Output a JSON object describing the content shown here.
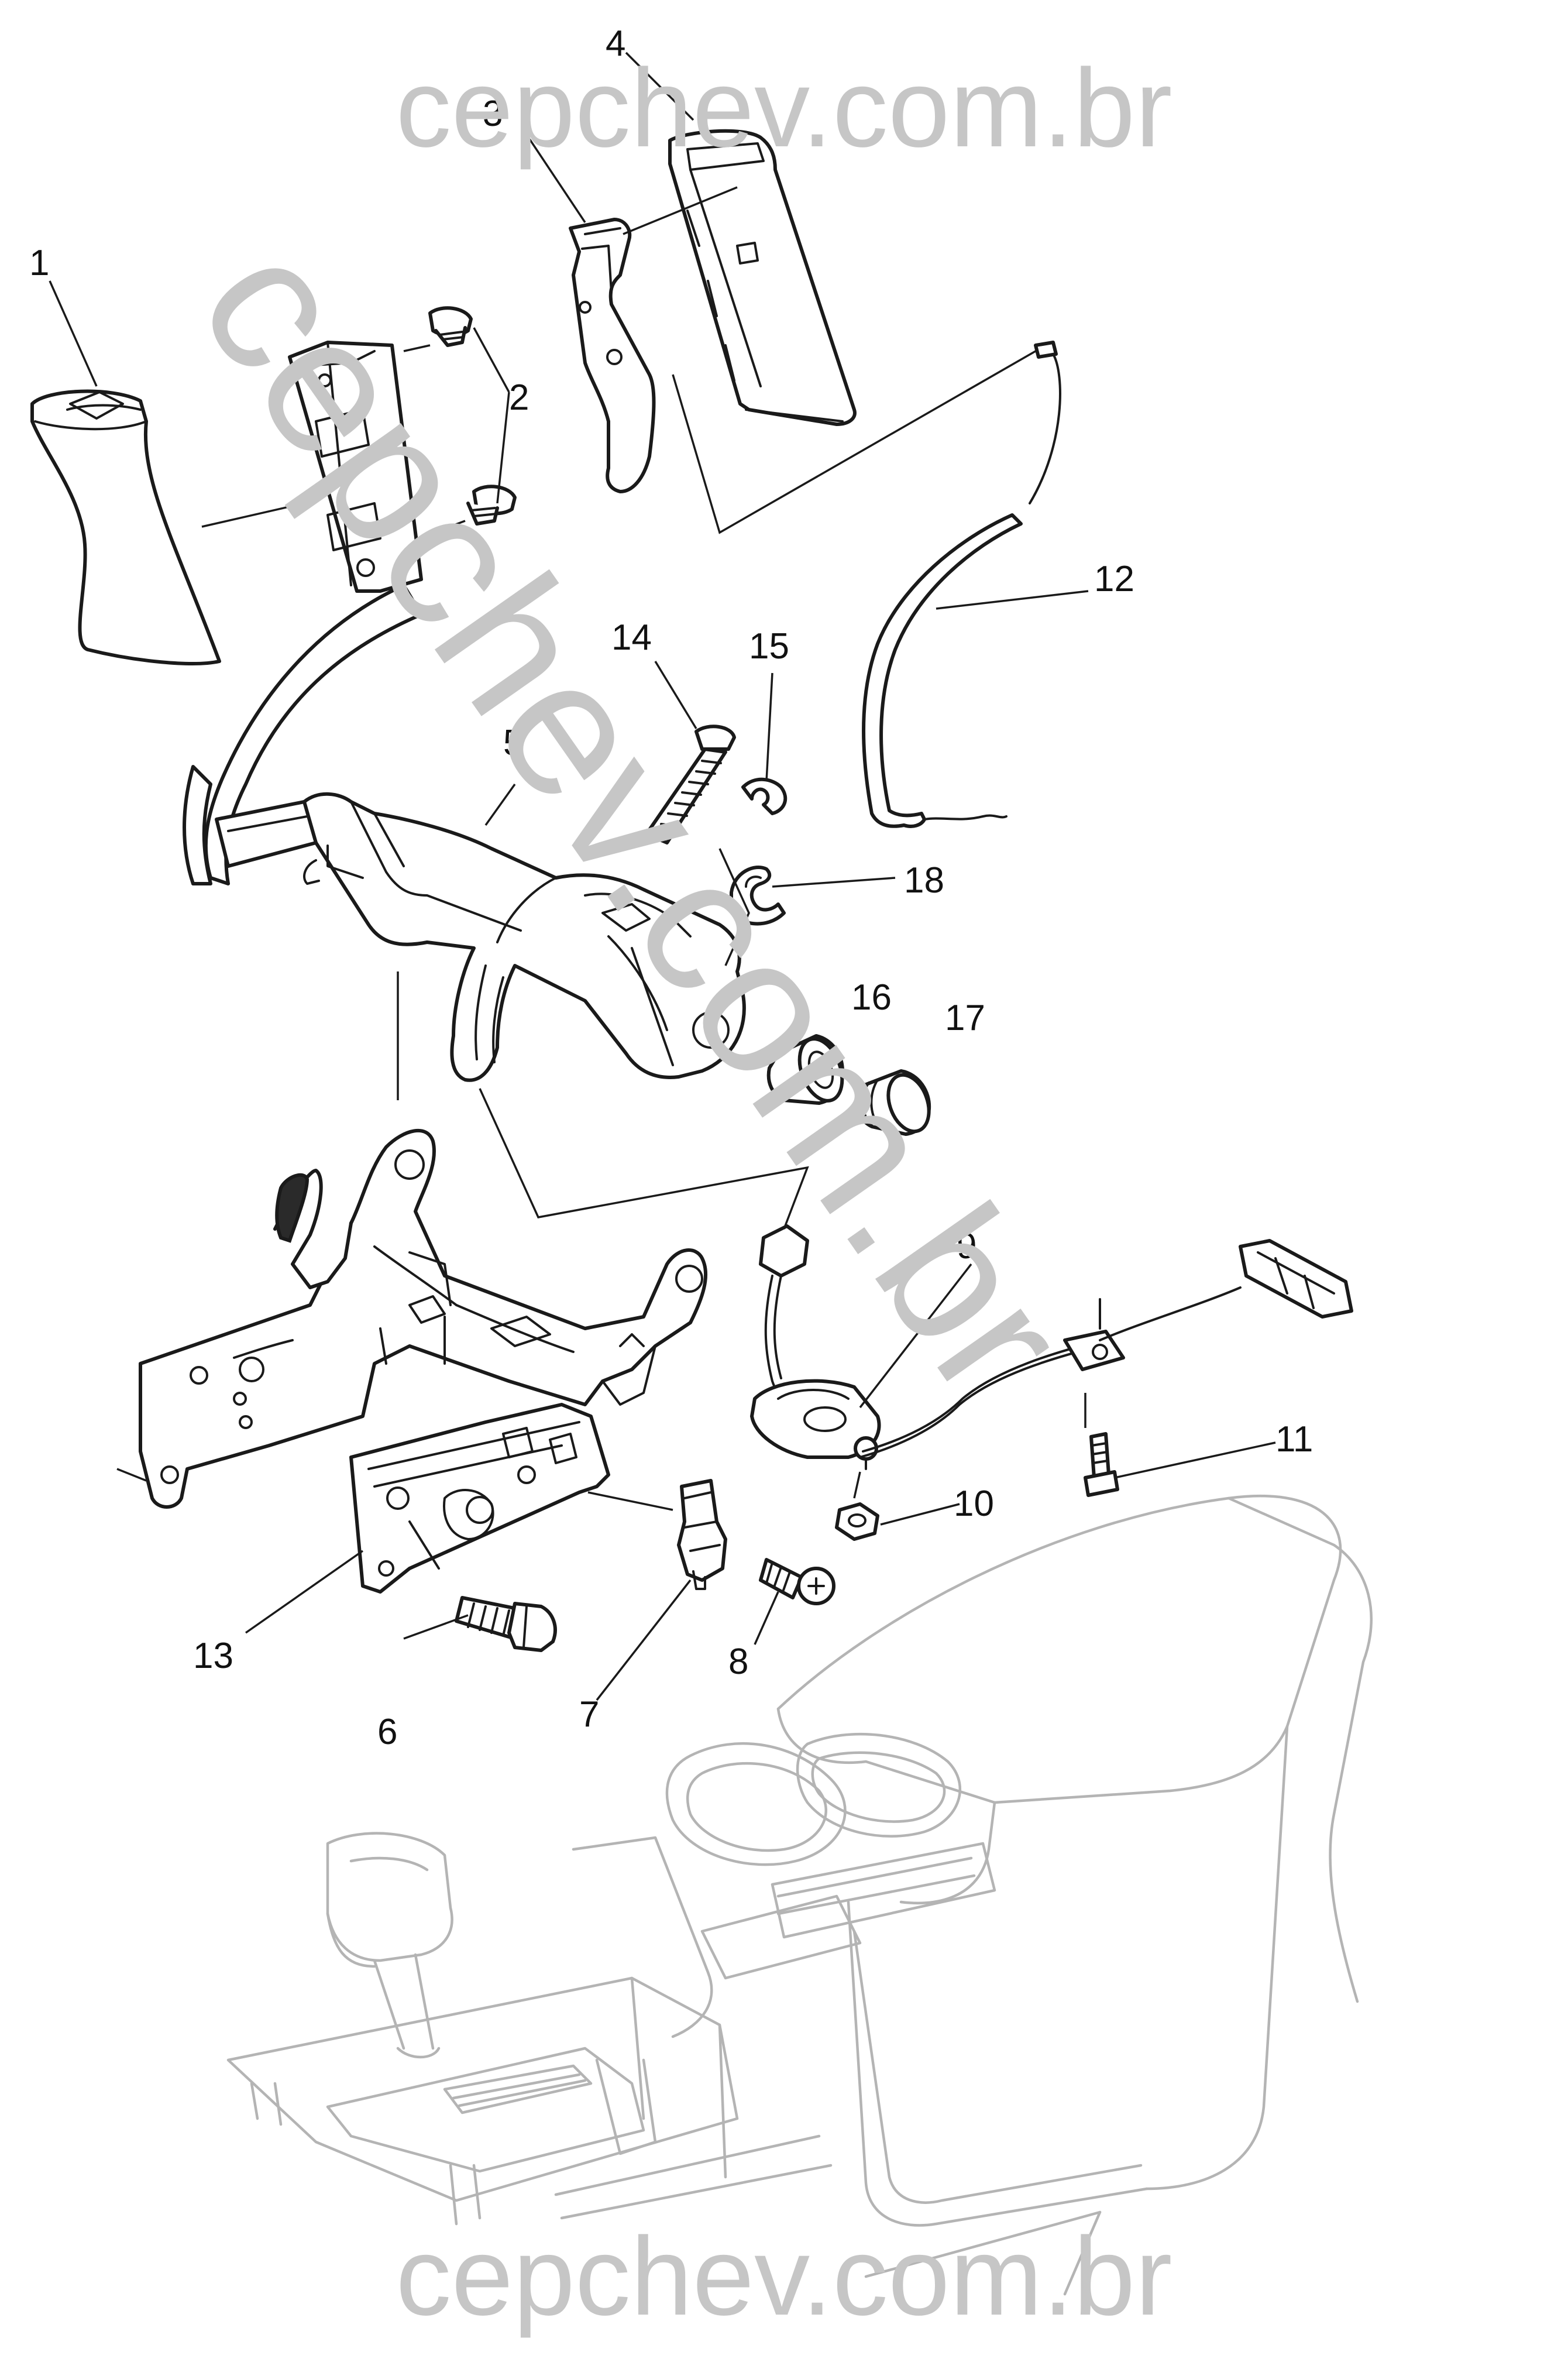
{
  "watermark": {
    "top": "cepchev.com.br",
    "bottom": "cepchev.com.br",
    "diagonal": "cepchev.com.br",
    "color": "#c6c6c6"
  },
  "callouts": [
    "1",
    "2",
    "3",
    "4",
    "5",
    "6",
    "7",
    "8",
    "9",
    "10",
    "11",
    "12",
    "13",
    "14",
    "15",
    "16",
    "17",
    "18"
  ],
  "colors": {
    "line": "#1a1a1a",
    "ghost": "#b4b4b4",
    "background": "#ffffff"
  }
}
